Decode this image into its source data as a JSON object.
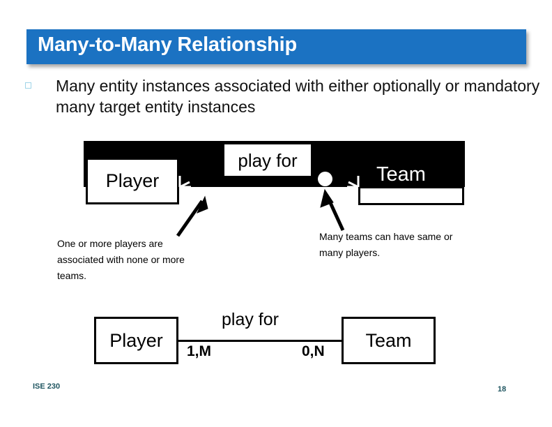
{
  "slide": {
    "title": "Many-to-Many Relationship",
    "bullet": {
      "marker": "hollow-square-bullet",
      "text": "Many entity instances associated with either optionally or mandatory many target entity instances"
    },
    "footer": {
      "course_code": "ISE 230",
      "page_number": "18"
    }
  },
  "crowsfoot_diagram": {
    "entities": {
      "left": "Player",
      "right": "Team"
    },
    "relationship_label": "play for",
    "markers": {
      "left_symbol": "crows-foot-mandatory",
      "right_symbol": "crows-foot-optional-circle"
    },
    "background_color": "#000000"
  },
  "annotations": {
    "left_note": "One or more players are associated with none or more teams.",
    "right_note": "Many teams can have same or many players."
  },
  "er_diagram": {
    "left_entity": "Player",
    "right_entity": "Team",
    "relationship_label": "play for",
    "left_cardinality": "1,M",
    "right_cardinality": "0,N"
  },
  "colors": {
    "title_bar": "#1B72C2",
    "title_text": "#FFFFFF",
    "bullet_marker": "#9FD4E8",
    "footer_text": "#1F5560",
    "diagram_band": "#000000"
  }
}
